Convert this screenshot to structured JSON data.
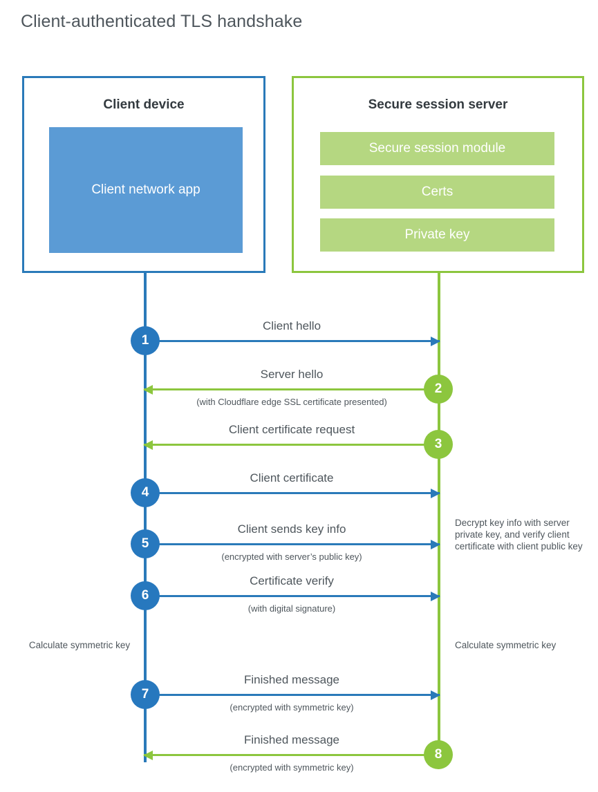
{
  "title": "Client-authenticated TLS handshake",
  "colors": {
    "client_border": "#2a7ab9",
    "client_fill": "#5b9bd5",
    "server_border": "#8cc63e",
    "server_fill": "#b5d781",
    "client_circle": "#2778be",
    "server_circle": "#8cc63e",
    "text": "#4e565c"
  },
  "client": {
    "title": "Client device",
    "app_label": "Client network app"
  },
  "server": {
    "title": "Secure session server",
    "items": [
      {
        "label": "Secure session module"
      },
      {
        "label": "Certs"
      },
      {
        "label": "Private key"
      }
    ]
  },
  "steps": [
    {
      "number": "1",
      "label": "Client hello",
      "sublabel": "",
      "direction": "client-to-server"
    },
    {
      "number": "2",
      "label": "Server hello",
      "sublabel": "(with Cloudflare edge SSL certificate presented)",
      "direction": "server-to-client"
    },
    {
      "number": "3",
      "label": "Client certificate request",
      "sublabel": "",
      "direction": "server-to-client"
    },
    {
      "number": "4",
      "label": "Client certificate",
      "sublabel": "",
      "direction": "client-to-server"
    },
    {
      "number": "5",
      "label": "Client sends key info",
      "sublabel": "(encrypted with server’s public key)",
      "direction": "client-to-server"
    },
    {
      "number": "6",
      "label": "Certificate verify",
      "sublabel": "(with digital signature)",
      "direction": "client-to-server"
    },
    {
      "number": "7",
      "label": "Finished message",
      "sublabel": "(encrypted with symmetric key)",
      "direction": "client-to-server"
    },
    {
      "number": "8",
      "label": "Finished message",
      "sublabel": "(encrypted with symmetric key)",
      "direction": "server-to-client"
    }
  ],
  "notes": {
    "decrypt_note": "Decrypt key info with server private key, and verify client certificate with client public key",
    "client_calculate": "Calculate symmetric key",
    "server_calculate": "Calculate symmetric key"
  }
}
